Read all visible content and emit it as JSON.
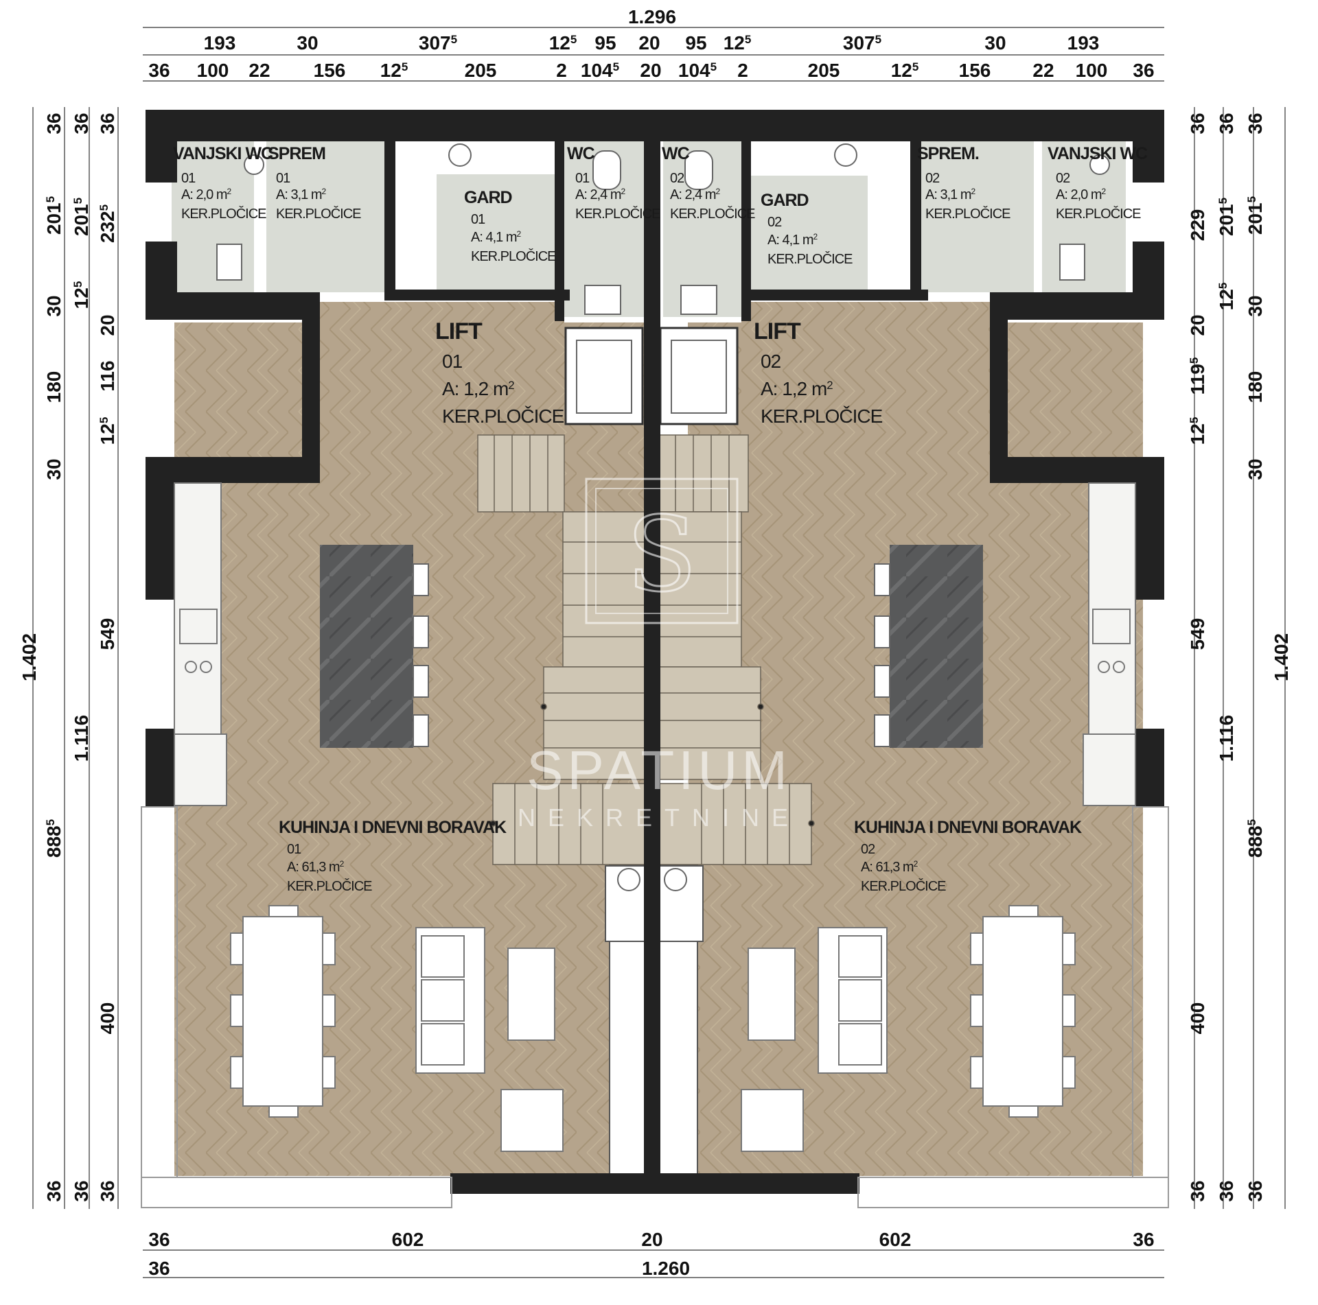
{
  "colors": {
    "floor": "#b5a48c",
    "tile": "#d9dcd5",
    "wall": "#222222",
    "island": "#58595a",
    "accent": "#e25a5a"
  },
  "dims": {
    "top_total": "1.296",
    "top_row1": [
      "193",
      "30",
      "307",
      "12",
      "95",
      "20",
      "95",
      "12",
      "307",
      "30",
      "193"
    ],
    "top_row1_sup": [
      "",
      "",
      "5",
      "5",
      "",
      "",
      "",
      "5",
      "5",
      "",
      ""
    ],
    "top_row2": [
      "36",
      "100",
      "22",
      "156",
      "12",
      "205",
      "2",
      "104",
      "20",
      "104",
      "2",
      "205",
      "12",
      "156",
      "22",
      "100",
      "36"
    ],
    "top_row2_sup": [
      "",
      "",
      "",
      "",
      "5",
      "",
      "",
      "5",
      "",
      "5",
      "",
      "",
      "5",
      "",
      "",
      "",
      ""
    ],
    "bottom_row1": [
      "36",
      "602",
      "20",
      "602",
      "36"
    ],
    "bottom_row2": [
      "36",
      "1.260"
    ],
    "left_total": "1.402",
    "left_mid": [
      "36",
      "201",
      "30",
      "180",
      "30",
      "888",
      "36"
    ],
    "left_mid_sup": [
      "",
      "5",
      "",
      "",
      "",
      "5",
      ""
    ],
    "left_inner": [
      "36",
      "201",
      "12",
      "1.116",
      "36"
    ],
    "left_inner_sup": [
      "",
      "5",
      "5",
      "",
      ""
    ],
    "left_outer": [
      "36",
      "232",
      "20",
      "116",
      "12",
      "549",
      "400",
      "36"
    ],
    "left_outer_sup": [
      "",
      "5",
      "",
      "",
      "5",
      "",
      "",
      ""
    ],
    "right_total": "1.402",
    "right_inner": [
      "36",
      "229",
      "20",
      "119",
      "12",
      "549",
      "400",
      "36"
    ],
    "right_inner_sup": [
      "",
      "",
      "",
      "5",
      "5",
      "",
      "",
      ""
    ],
    "right_mid": [
      "36",
      "201",
      "12",
      "1.116",
      "36"
    ],
    "right_mid_sup": [
      "",
      "5",
      "5",
      "",
      ""
    ],
    "right_outer": [
      "36",
      "201",
      "30",
      "180",
      "30",
      "888",
      "36"
    ],
    "right_outer_sup": [
      "",
      "5",
      "",
      "",
      "",
      "5",
      ""
    ]
  },
  "rooms": [
    {
      "name": "VANJSKI WC",
      "num": "01",
      "area": "A: 2,0 m",
      "floor": "KER.PLOČICE"
    },
    {
      "name": "SPREM",
      "num": "01",
      "area": "A: 3,1 m",
      "floor": "KER.PLOČICE"
    },
    {
      "name": "GARD",
      "num": "01",
      "area": "A: 4,1 m",
      "floor": "KER.PLOČICE"
    },
    {
      "name": "WC",
      "num": "01",
      "area": "A: 2,4 m",
      "floor": "KER.PLOČICE"
    },
    {
      "name": "WC",
      "num": "02",
      "area": "A: 2,4 m",
      "floor": "KER.PLOČICE"
    },
    {
      "name": "GARD",
      "num": "02",
      "area": "A: 4,1 m",
      "floor": "KER.PLOČICE"
    },
    {
      "name": "SPREM.",
      "num": "02",
      "area": "A: 3,1 m",
      "floor": "KER.PLOČICE"
    },
    {
      "name": "VANJSKI WC",
      "num": "02",
      "area": "A: 2,0 m",
      "floor": "KER.PLOČICE"
    }
  ],
  "lifts": [
    {
      "name": "LIFT",
      "num": "01",
      "area": "A: 1,2 m",
      "floor": "KER.PLOČICE"
    },
    {
      "name": "LIFT",
      "num": "02",
      "area": "A: 1,2 m",
      "floor": "KER.PLOČICE"
    }
  ],
  "living": [
    {
      "name": "KUHINJA I DNEVNI BORAVAK",
      "num": "01",
      "area": "A: 61,3 m",
      "floor": "KER.PLOČICE"
    },
    {
      "name": "KUHINJA I DNEVNI BORAVAK",
      "num": "02",
      "area": "A: 61,3 m",
      "floor": "KER.PLOČICE"
    }
  ],
  "sup2": "2",
  "watermark": {
    "letter": "S",
    "brand": "SPATIUM",
    "sub": "NEKRETNINE"
  }
}
